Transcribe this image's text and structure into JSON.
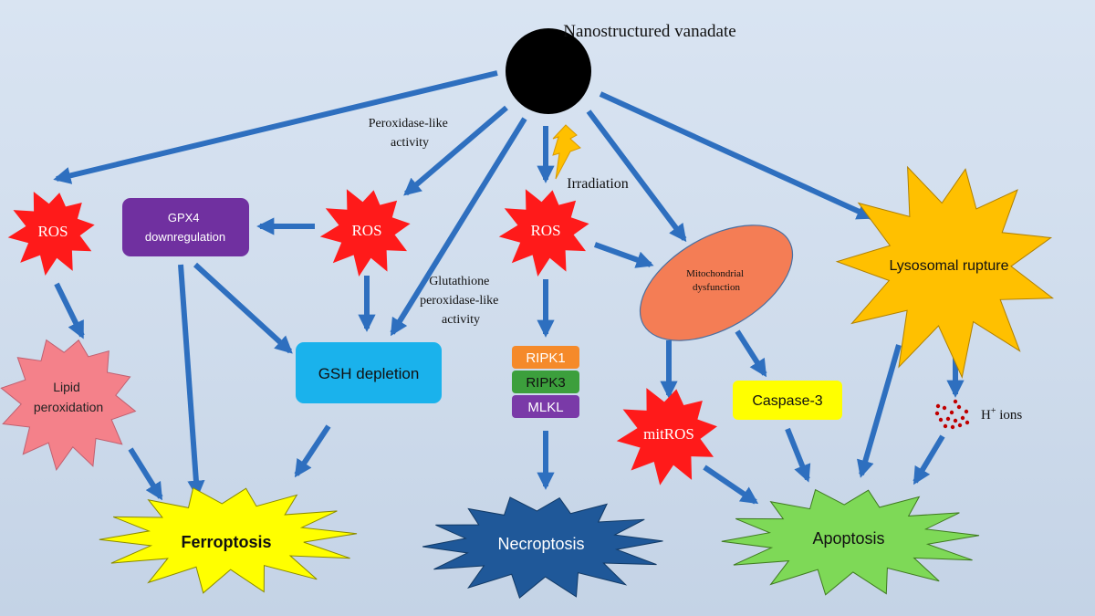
{
  "source": {
    "label": "Nanostructured vanadate"
  },
  "edge_labels": {
    "peroxidase": [
      "Peroxidase-like",
      "activity"
    ],
    "irradiation": "Irradiation",
    "glutathione": [
      "Glutathione",
      "peroxidase-like",
      "activity"
    ]
  },
  "nodes": {
    "ros_left": "ROS",
    "ros_mid": "ROS",
    "ros_right": "ROS",
    "gpx4": [
      "GPX4",
      "downregulation"
    ],
    "lipid": [
      "Lipid",
      "peroxidation"
    ],
    "gsh": "GSH depletion",
    "ripk1": "RIPK1",
    "ripk3": "RIPK3",
    "mlkl": "MLKL",
    "mito": [
      "Mitochondrial",
      "dysfunction"
    ],
    "lysosomal": "Lysosomal rupture",
    "mitros": "mitROS",
    "caspase": "Caspase-3",
    "h_ions": "H",
    "h_sup": "+",
    "h_rest": " ions",
    "ferroptosis": "Ferroptosis",
    "necroptosis": "Necroptosis",
    "apoptosis": "Apoptosis"
  },
  "colors": {
    "arrow": "#2e6fbf",
    "ros": "#ff1a1a",
    "gpx4": "#7030a0",
    "lipid": "#f4818a",
    "gsh": "#1ab2ec",
    "ripk1": "#f58a2a",
    "ripk3": "#3c9f3c",
    "mlkl": "#7a3aa8",
    "mito": "#f47d55",
    "lysosomal": "#ffc000",
    "caspase": "#ffff00",
    "ferroptosis": "#ffff00",
    "necroptosis": "#1f5899",
    "apoptosis": "#7ed957",
    "lightning": "#ffc000",
    "h_dots": "#c00000"
  }
}
